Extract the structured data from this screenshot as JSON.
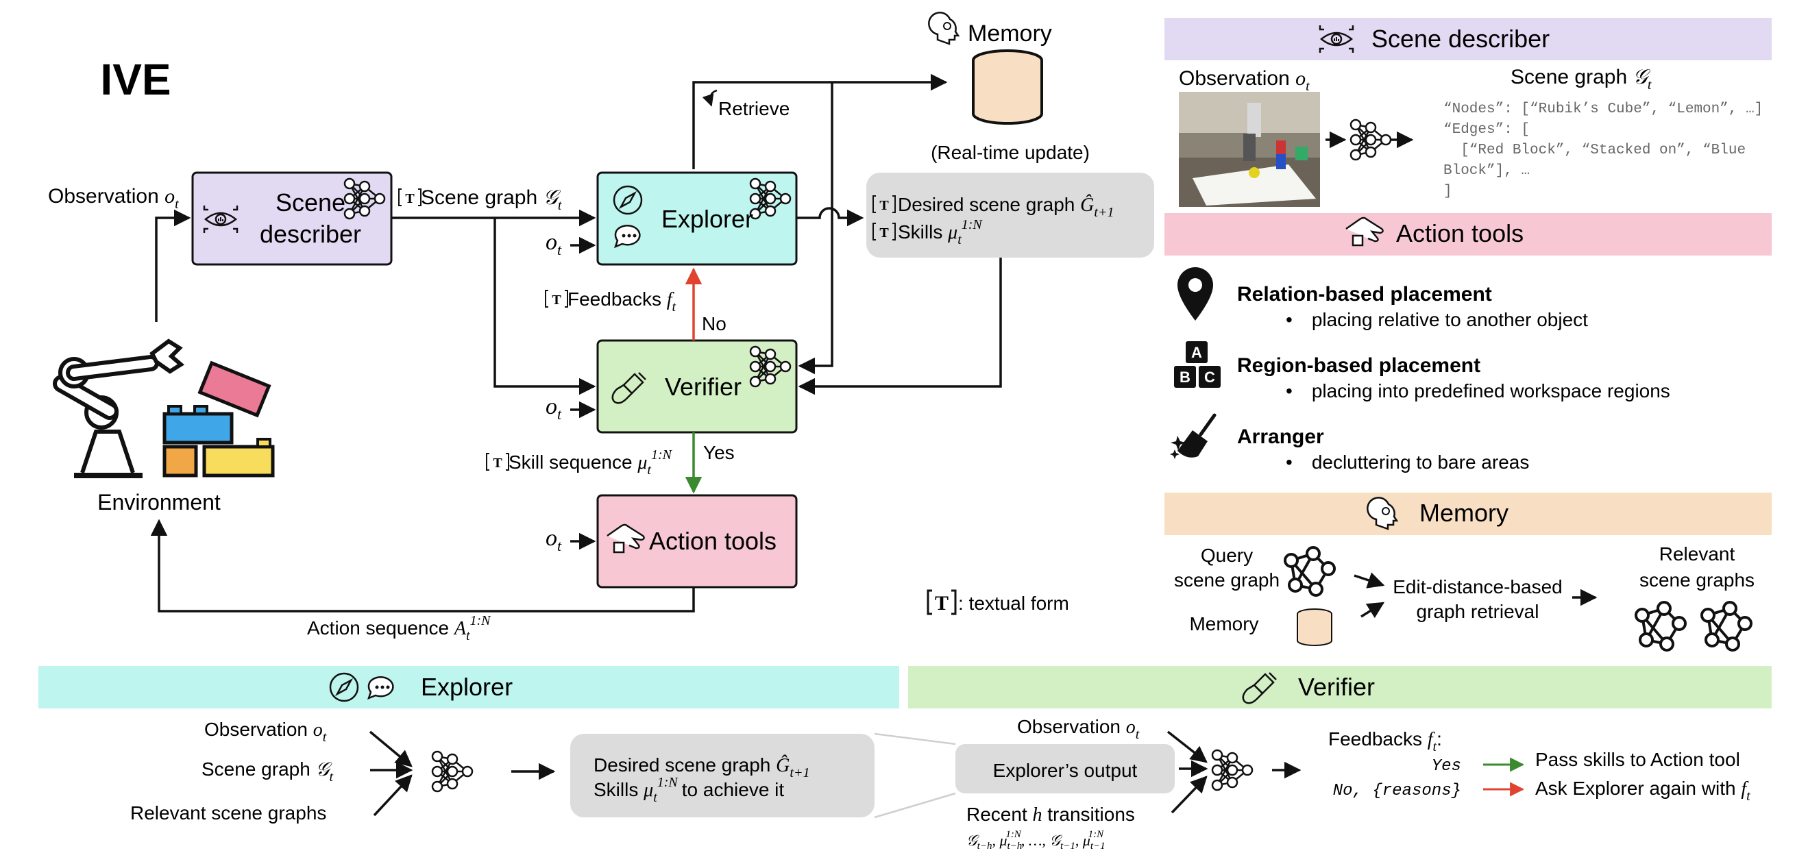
{
  "title": "IVE",
  "pipeline": {
    "environment_label": "Environment",
    "scene_describer": {
      "line1": "Scene",
      "line2": "describer"
    },
    "explorer": "Explorer",
    "verifier": "Verifier",
    "action_tools": "Action tools",
    "memory": {
      "label": "Memory",
      "note": "(Real-time update)"
    },
    "edges": {
      "observation": "Observation",
      "scene_graph": "Scene graph",
      "retrieve": "Retrieve",
      "feedbacks": "Feedbacks",
      "no": "No",
      "yes": "Yes",
      "skill_sequence": "Skill sequence",
      "action_sequence": "Action sequence",
      "desired_scene_graph": "Desired scene graph",
      "skills": "Skills"
    },
    "o_t": "o",
    "legend_text": ": textual form"
  },
  "panel_scene_describer": {
    "header": "Scene describer",
    "observation": "Observation",
    "scene_graph": "Scene graph",
    "code_lines": [
      "“Nodes”: [“Rubik’s Cube”, “Lemon”, …]",
      "“Edges”: [",
      "  [“Red Block”, “Stacked on”, “Blue",
      "Block”], …",
      "]"
    ]
  },
  "panel_action_tools": {
    "header": "Action tools",
    "items": [
      {
        "icon": "location-pin-icon",
        "title": "Relation-based placement",
        "desc": "placing relative to another object"
      },
      {
        "icon": "abc-blocks-icon",
        "title": "Region-based placement",
        "desc": "placing into predefined workspace regions"
      },
      {
        "icon": "broom-icon",
        "title": "Arranger",
        "desc": "decluttering to bare areas"
      }
    ],
    "bullet": "•",
    "abc": [
      "A",
      "B",
      "C"
    ]
  },
  "panel_memory": {
    "header": "Memory",
    "query_line1": "Query",
    "query_line2": "scene graph",
    "memory": "Memory",
    "retrieval_line1": "Edit-distance-based",
    "retrieval_line2": "graph retrieval",
    "relevant_line1": "Relevant",
    "relevant_line2": "scene graphs"
  },
  "panel_explorer": {
    "header": "Explorer",
    "inputs": [
      "Observation",
      "Scene graph",
      "Relevant scene graphs"
    ],
    "output_line1": "Desired scene graph",
    "output_line2_pre": "Skills",
    "output_line2_post": "to achieve it"
  },
  "panel_verifier": {
    "header": "Verifier",
    "observation": "Observation",
    "explorer_output": "Explorer’s output",
    "recent": "Recent",
    "recent_post": "transitions",
    "feedbacks": "Feedbacks",
    "yes_code": "Yes",
    "no_code": "No, {reasons}",
    "pass": "Pass skills to Action tool",
    "ask": "Ask Explorer again with"
  },
  "colors": {
    "scene_purple": "#e2d9f3",
    "explorer_cyan": "#bff5ef",
    "verifier_green": "#d3f0c4",
    "action_pink": "#f7c8d3",
    "memory_orange": "#f8dfc3",
    "output_gray": "#dcdcdc",
    "yes_arrow": "#3a8a2e",
    "no_arrow": "#e0442f"
  }
}
